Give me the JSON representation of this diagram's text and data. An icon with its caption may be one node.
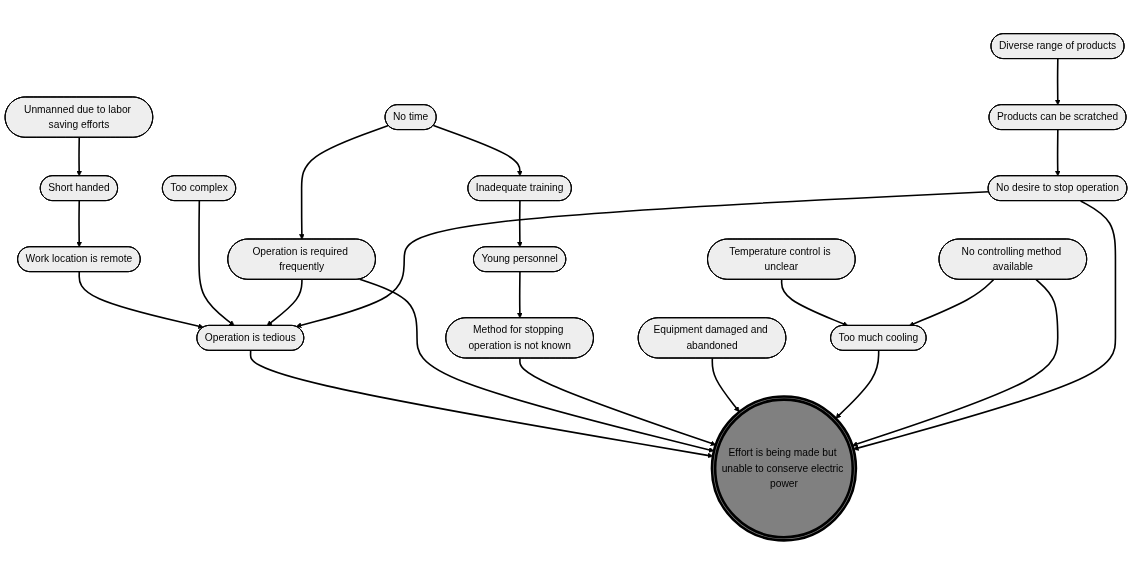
{
  "diagram": {
    "nodes": [
      {
        "text": [
          "Unmanned due to labor saving efforts"
        ]
      },
      {
        "text": [
          "No time"
        ]
      },
      {
        "text": [
          "Inadequate training"
        ]
      },
      {
        "text": [
          "Too complex"
        ]
      },
      {
        "text": [
          "Short handed"
        ]
      },
      {
        "text": [
          "Young personnel"
        ]
      },
      {
        "text": [
          "Operation is required frequently"
        ]
      },
      {
        "text": [
          "Operation is tedious"
        ]
      },
      {
        "text": [
          "Effort is being made but unable to conserve electric power"
        ]
      },
      {
        "text": [
          "Method for stopping operation is not known"
        ]
      },
      {
        "text": [
          "Work location is remote"
        ]
      },
      {
        "text": [
          "Equipment damaged and abandoned"
        ]
      },
      {
        "text": [
          "No desire to stop operation"
        ]
      },
      {
        "text": [
          "Too much cooling"
        ]
      },
      {
        "text": [
          "Temperature control is unclear"
        ]
      },
      {
        "text": [
          "Products can be scratched"
        ]
      },
      {
        "text": [
          "No controlling method available"
        ]
      },
      {
        "text": [
          "Diverse range of products"
        ]
      }
    ],
    "edges": [
      {
        "from": 0,
        "to": 4,
        "arrow": "to"
      },
      {
        "from": 4,
        "to": 10,
        "arrow": "to"
      },
      {
        "from": 10,
        "to": 7,
        "arrow": "to"
      },
      {
        "from": 3,
        "to": 7,
        "arrow": "to"
      },
      {
        "from": 6,
        "to": 7,
        "arrow": "to"
      },
      {
        "from": 7,
        "to": 8,
        "arrow": "to"
      },
      {
        "from": 1,
        "to": 2,
        "arrow": "to"
      },
      {
        "from": 1,
        "to": 6,
        "arrow": "to"
      },
      {
        "from": 6,
        "to": 8,
        "arrow": "to"
      },
      {
        "from": 2,
        "to": 5,
        "arrow": "to"
      },
      {
        "from": 5,
        "to": 9,
        "arrow": "to"
      },
      {
        "from": 9,
        "to": 8,
        "arrow": "to"
      },
      {
        "from": 11,
        "to": 8,
        "arrow": "to"
      },
      {
        "from": 13,
        "to": 8,
        "arrow": "to"
      },
      {
        "from": 14,
        "to": 13,
        "arrow": "to"
      },
      {
        "from": 16,
        "to": 13,
        "arrow": "to"
      },
      {
        "from": 16,
        "to": 8,
        "arrow": "to"
      },
      {
        "from": 12,
        "to": 8,
        "arrow": "to"
      },
      {
        "from": 12,
        "to": 7,
        "arrow": "to"
      },
      {
        "from": 15,
        "to": 12,
        "arrow": "to"
      },
      {
        "from": 17,
        "to": 15,
        "arrow": "to"
      }
    ]
  }
}
